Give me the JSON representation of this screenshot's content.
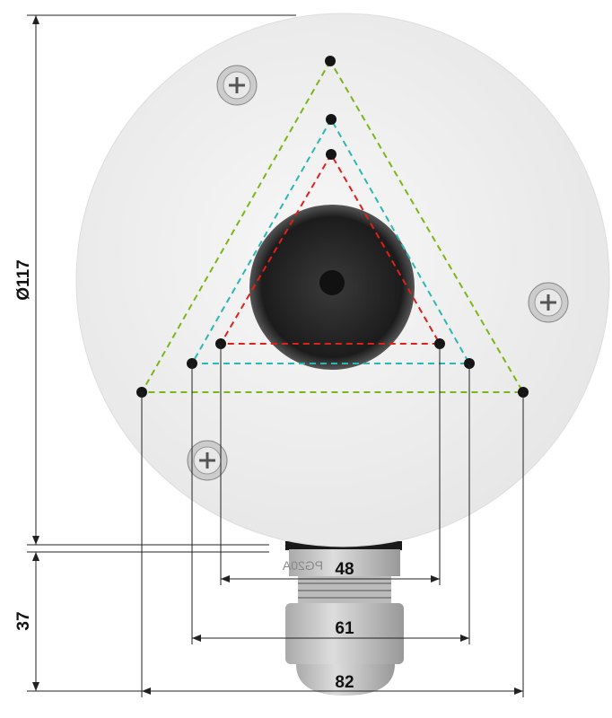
{
  "dimensions": {
    "diameter": "Ø117",
    "height": "37",
    "hole_spacing_small": "48",
    "hole_spacing_medium": "61",
    "hole_spacing_large": "82"
  },
  "gland_marking": "PG20A",
  "colors": {
    "large_pattern": "#7cb518",
    "medium_pattern": "#2bb7b3",
    "small_pattern": "#e0201b",
    "body": "#f2f2f2",
    "grommet": "#222222"
  }
}
